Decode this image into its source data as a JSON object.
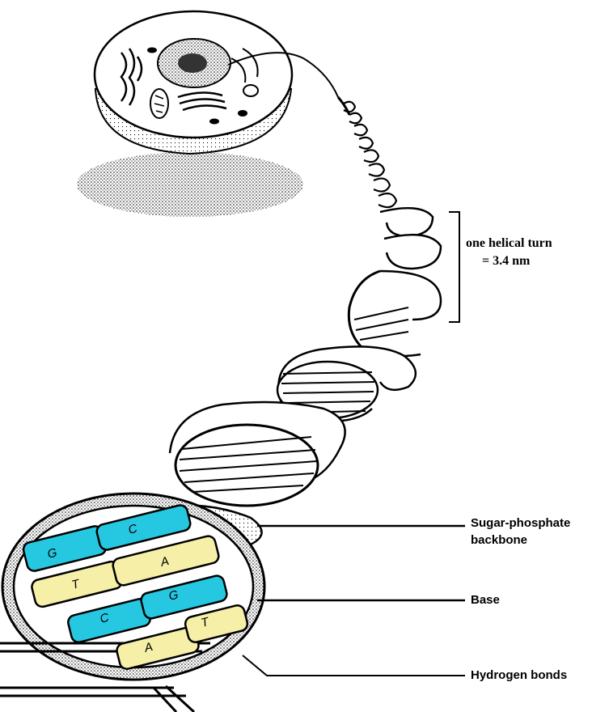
{
  "labels": {
    "helical_turn_line1": "one helical turn",
    "helical_turn_line2": "= 3.4 nm",
    "backbone_line1": "Sugar-phosphate",
    "backbone_line2": "backbone",
    "base": "Base",
    "hydrogen_bonds": "Hydrogen bonds"
  },
  "bases": [
    {
      "letter": "G",
      "color": "#25c8e0"
    },
    {
      "letter": "C",
      "color": "#25c8e0"
    },
    {
      "letter": "T",
      "color": "#f5efa8"
    },
    {
      "letter": "A",
      "color": "#f5efa8"
    },
    {
      "letter": "C",
      "color": "#25c8e0"
    },
    {
      "letter": "G",
      "color": "#25c8e0"
    },
    {
      "letter": "A",
      "color": "#f5efa8"
    },
    {
      "letter": "T",
      "color": "#f5efa8"
    }
  ],
  "colors": {
    "cyan_base": "#25c8e0",
    "yellow_base": "#f5efa8",
    "ink": "#000000"
  }
}
